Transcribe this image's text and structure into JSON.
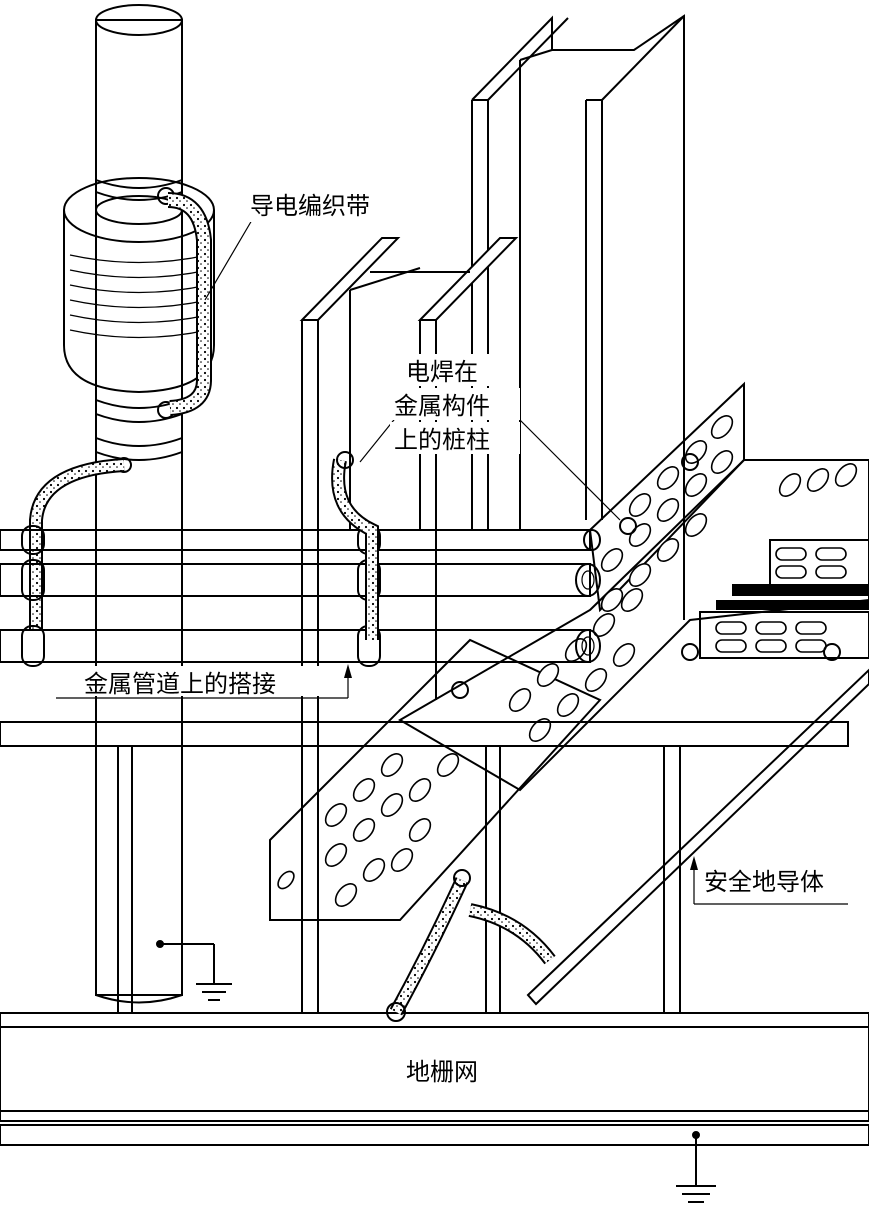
{
  "labels": {
    "braided_strap": "导电编织带",
    "welded_stud_line1": "电焊在",
    "welded_stud_line2": "金属构件",
    "welded_stud_line3": "上的桩柱",
    "pipe_bonding": "金属管道上的搭接",
    "safety_ground_conductor": "安全地导体",
    "ground_grid": "地栅网"
  },
  "colors": {
    "ink": "#000000",
    "paper": "#ffffff"
  },
  "icons": [
    "ground-symbol",
    "arrow-up"
  ]
}
